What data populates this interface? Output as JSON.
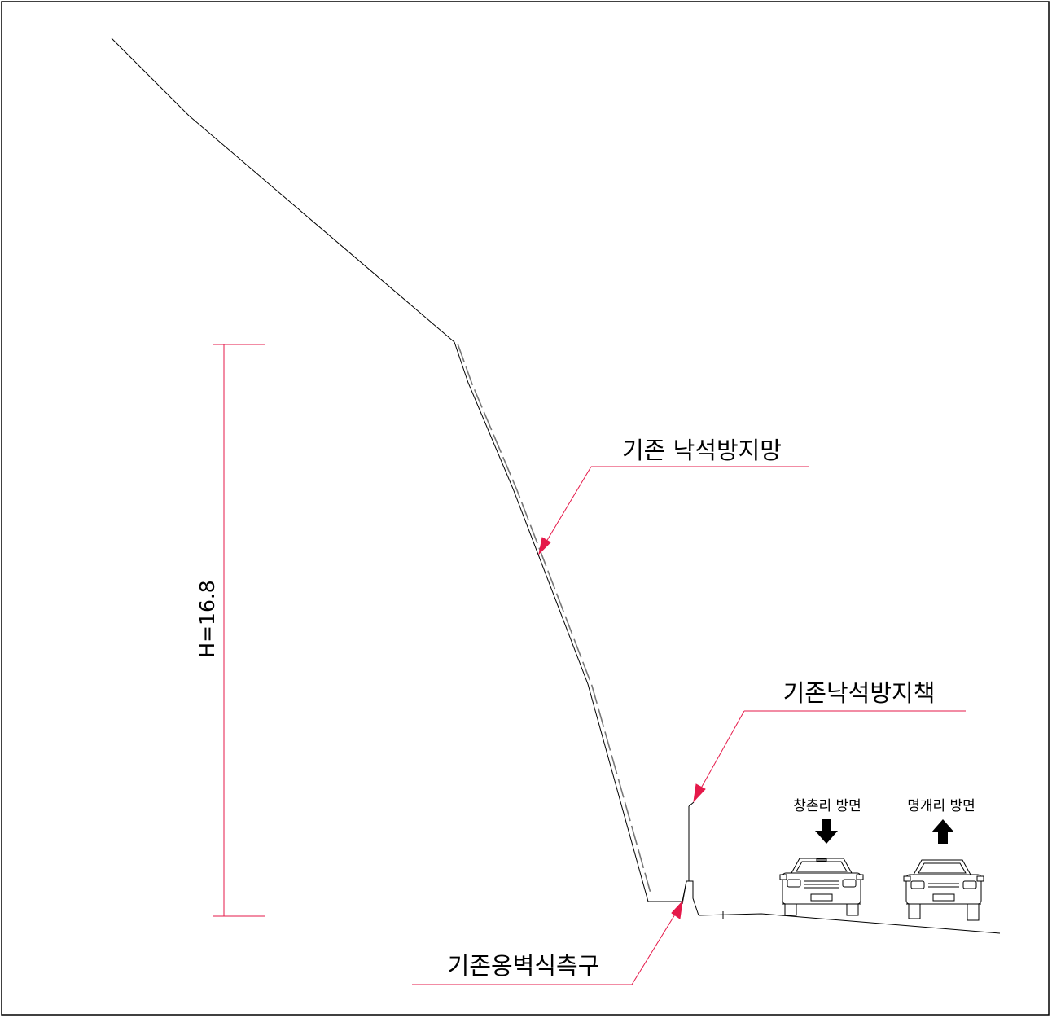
{
  "labels": {
    "height": "H=16.8",
    "rockfall_net": "기존 낙석방지망",
    "rockfall_fence": "기존낙석방지책",
    "gutter": "기존옹벽식측구",
    "direction_left": "창촌리 방면",
    "direction_right": "명개리 방면"
  },
  "colors": {
    "leader": "#e5194a",
    "line": "#000000",
    "dashed_net": "#777777",
    "border": "#000000"
  },
  "icons": {
    "direction_left": "arrow-down-icon",
    "direction_right": "arrow-up-icon",
    "vehicles": "car-front-icon"
  }
}
